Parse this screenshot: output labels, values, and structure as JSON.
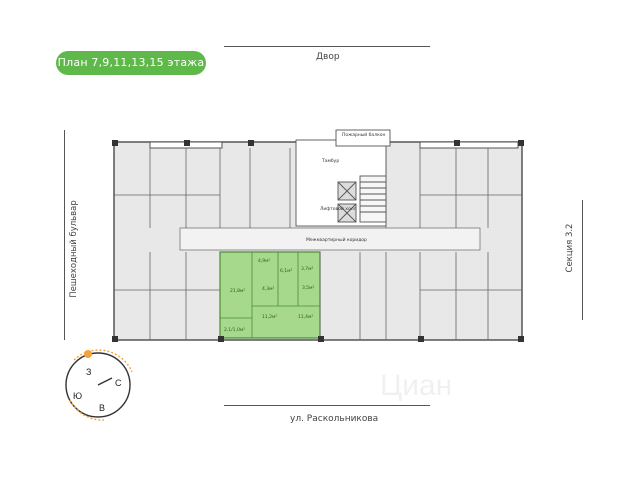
{
  "title": "План 7,9,11,13,15 этажа",
  "labels": {
    "top": "Двор",
    "bottom": "ул. Раскольникова",
    "left": "Пешеходный бульвар",
    "right": "Секция 3.2"
  },
  "rooms": {
    "balcony": "Пожарный балкон",
    "vestibule": "Тамбур",
    "lift_hall": "Лифтовой холл",
    "corridor": "Межквартирный коридор"
  },
  "apartment": {
    "highlight_color": "#a6d98c",
    "areas": [
      "4,9м²",
      "6,1м²",
      "3,7м²",
      "21,8м²",
      "4,3м²",
      "3,5м²",
      "11,2м²",
      "11,4м²",
      "2,1/1,0м²"
    ]
  },
  "compass": {
    "west": "З",
    "north": "С",
    "south": "Ю",
    "east": "В"
  },
  "watermark": "Циан"
}
